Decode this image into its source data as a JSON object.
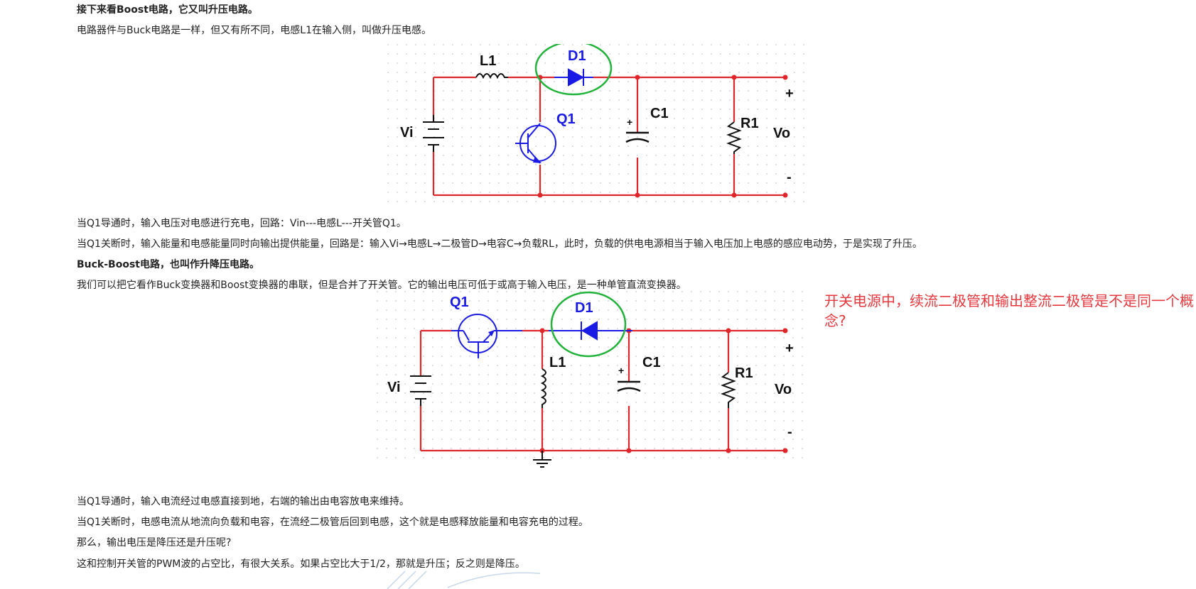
{
  "text": {
    "boost_heading": "接下来看Boost电路，它又叫升压电路。",
    "boost_intro": "电路器件与Buck电路是一样，但又有所不同，电感L1在输入侧，叫做升压电感。",
    "boost_on": "当Q1导通时，输入电压对电感进行充电，回路：Vin---电感L---开关管Q1。",
    "boost_off": "当Q1关断时，输入能量和电感能量同时向输出提供能量，回路是：输入Vi→电感L→二极管D→电容C→负载RL，此时，负载的供电电源相当于输入电压加上电感的感应电动势，于是实现了升压。",
    "bb_heading": "Buck-Boost电路，也叫作升降压电路。",
    "bb_intro": "我们可以把它看作Buck变换器和Boost变换器的串联，但是合并了开关管。它的输出电压可低于或高于输入电压，是一种单管直流变换器。",
    "bb_on": "当Q1导通时，输入电流经过电感直接到地，右端的输出由电容放电来维持。",
    "bb_off": "当Q1关断时，电感电流从地流向负载和电容，在流经二极管后回到电感，这个就是电感释放能量和电容充电的过程。",
    "question": "那么，输出电压是降压还是升压呢?",
    "answer": "这和控制开关管的PWM波的占空比，有很大关系。如果占空比大于1/2，那就是升压；反之则是降压。",
    "annotation": "开关电源中，续流二极管和输出整流二极管是不是同一个概念?"
  },
  "boost_circuit": {
    "L1": "L1",
    "D1": "D1",
    "Q1": "Q1",
    "C1": "C1",
    "R1": "R1",
    "Vi": "Vi",
    "Vo": "Vo",
    "plus": "+",
    "minus": "-",
    "cap_plus": "+"
  },
  "buckboost_circuit": {
    "Q1": "Q1",
    "D1": "D1",
    "L1": "L1",
    "C1": "C1",
    "R1": "R1",
    "Vi": "Vi",
    "Vo": "Vo",
    "plus": "+",
    "minus": "-",
    "cap_plus": "+"
  },
  "colors": {
    "wire": "#e0262b",
    "component": "#1a1ae6",
    "highlight": "#22b33a",
    "annotation": "#e8373d"
  }
}
